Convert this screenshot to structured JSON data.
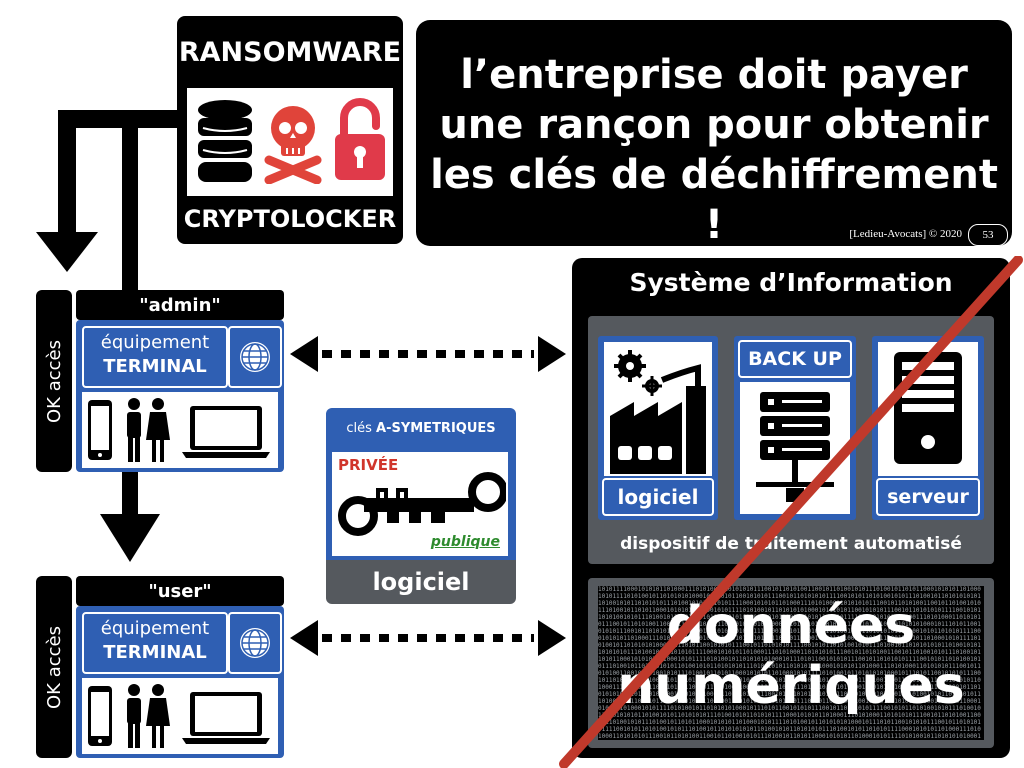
{
  "ransomware_box": {
    "title_top": "RANSOMWARE",
    "title_bottom": "CRYPTOLOCKER",
    "icons": [
      "database-icon",
      "skull-crossbones-icon",
      "padlock-icon"
    ]
  },
  "headline": {
    "lines": [
      "l’entreprise doit payer",
      "une rançon pour obtenir",
      "les clés de déchiffrement !"
    ]
  },
  "footer": {
    "credit": "[Ledieu-Avocats] © 2020",
    "page_number": "53"
  },
  "admin_panel": {
    "side_label": "OK accès",
    "title": "\"admin\"",
    "equip_line1": "équipement",
    "equip_line2": "TERMINAL",
    "icons": [
      "internet-globe-icon",
      "smartphone-icon",
      "people-icon",
      "laptop-icon"
    ]
  },
  "user_panel": {
    "side_label": "OK accès",
    "title": "\"user\"",
    "equip_line1": "équipement",
    "equip_line2": "TERMINAL",
    "icons": [
      "internet-globe-icon",
      "smartphone-icon",
      "people-icon",
      "laptop-icon"
    ]
  },
  "keys_card": {
    "title_prefix": "clés ",
    "title_emph": "A-SYMETRIQUES",
    "private_label": "PRIVÉE",
    "public_label": "publique",
    "footer": "logiciel"
  },
  "information_system": {
    "title": "Système d’Information",
    "software_label": "logiciel",
    "backup_label": "BACK UP",
    "server_label": "serveur",
    "caption": "dispositif de traitement automatisé",
    "data_line1": "données",
    "data_line2": "numériques",
    "binary_seed": "1010111100010101011010001110101000110101010111001011010100110010110100101011101001011010110001010101101000101011110101001011010101010001011101011001010101110010110101010111100101011010100101011101001011010101010110100101011010101011101001010110"
  },
  "colors": {
    "accent_blue": "#2f5fb3",
    "cross_red": "#c0392b",
    "skull_red": "#e0443a",
    "lock_red": "#e03a4a",
    "public_green": "#2e8b2e",
    "private_red": "#d0352b"
  }
}
